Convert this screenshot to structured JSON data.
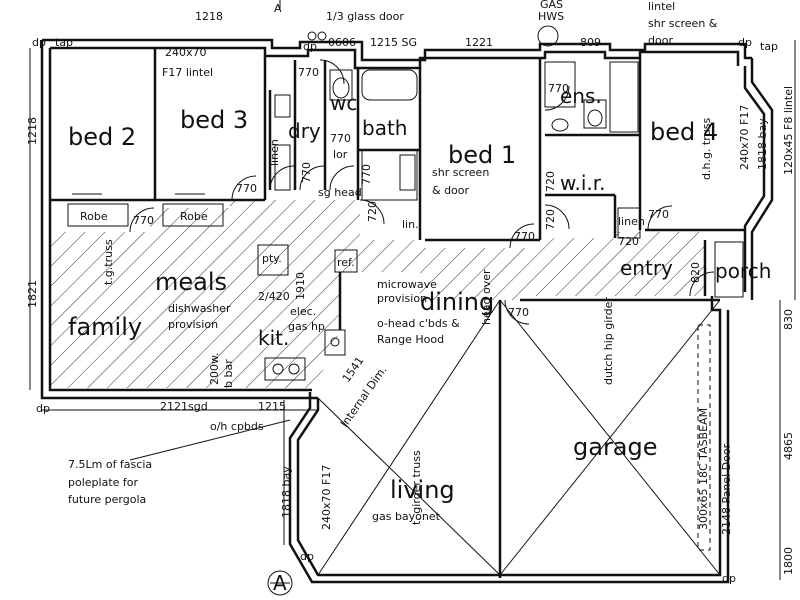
{
  "rooms": {
    "bed2": "bed 2",
    "bed3": "bed 3",
    "bed1": "bed 1",
    "bed4": "bed 4",
    "dry": "dry",
    "wc": "wc",
    "bath": "bath",
    "ens": "ens.",
    "wir": "w.i.r.",
    "entry": "entry",
    "porch": "porch",
    "meals": "meals",
    "family": "family",
    "kit": "kit.",
    "dining": "dining",
    "living": "living",
    "garage": "garage",
    "robe1": "Robe",
    "robe2": "Robe",
    "pty": "pty.",
    "ref": "ref.",
    "lin": "lin.",
    "linen1": "linen",
    "linen2": "linen"
  },
  "notes": {
    "lintel_bed3": "240x70",
    "lintel_bed3_b": "F17 lintel",
    "glass_door": "1/3 glass door",
    "gas_hws": "GAS",
    "gas_hws_b": "HWS",
    "lintel_top": "lintel",
    "shr_screen_top": "shr screen &",
    "shr_screen_top_b": "door",
    "shr_screen_mid": "shr screen",
    "shr_screen_mid_b": "& door",
    "dishwasher": "dishwasher",
    "dishwasher_b": "provision",
    "microwave": "microwave",
    "microwave_b": "provision",
    "elec_hp": "elec.",
    "elec_hp_b": "gas hp",
    "ohead": "o-head c'bds &",
    "ohead_b": "Range Hood",
    "oh_cpbds": "o/h cpbds",
    "fascia": "7.5Lm of fascia",
    "fascia_b": "poleplate for",
    "fascia_c": "future pergola",
    "internal_dim": "Internal Dim.",
    "gas_bayonet": "gas bayonet",
    "tg_truss": "t.g.truss",
    "t_girder": "t. girder truss",
    "head_over": "head over",
    "dutch_hip": "dutch hip girder",
    "dhg_truss": "d.h.g. truss",
    "tasbeam": "300x65 18C TASBEAM",
    "panel_door": "2148 Panel Door",
    "f8_lintel": "120x45 F8 lintel",
    "f17_bay": "240x70 F17",
    "f17_living": "240x70 F17",
    "sg_head": "sg head",
    "bay_1818": "1818 bay",
    "bay_1818_b": "1818 bay",
    "lor": "lor",
    "bar": "b bar",
    "sw_wall": "200w.",
    "dp1": "dp",
    "dp2": "dp",
    "dp3": "dp",
    "dp4": "dp",
    "dp5": "dp",
    "dp6": "dp",
    "tap1": "tap",
    "tap2": "tap"
  },
  "dims": {
    "d1218_top": "1218",
    "d0606": "0606",
    "d1215sg": "1215 SG",
    "d1221": "1221",
    "d809": "809",
    "d1218_left": "1218",
    "d1821": "1821",
    "d2121sgd": "2121sgd",
    "d1215_bot": "1215",
    "d1541": "1541",
    "d1910": "1910",
    "d2420": "2/420",
    "d770_a": "770",
    "d770_b": "770",
    "d770_c": "770",
    "d770_d": "770",
    "d770_e": "770",
    "d770_f": "770",
    "d770_g": "770",
    "d770_h": "770",
    "d770_i": "770",
    "d770_j": "770",
    "d720_a": "720",
    "d720_b": "720",
    "d720_c": "720",
    "d720_d": "720",
    "d820": "820",
    "d830": "830",
    "d4865": "4865",
    "d1800": "1800"
  },
  "markers": {
    "section_a_top": "A",
    "section_a_bottom": "A"
  }
}
